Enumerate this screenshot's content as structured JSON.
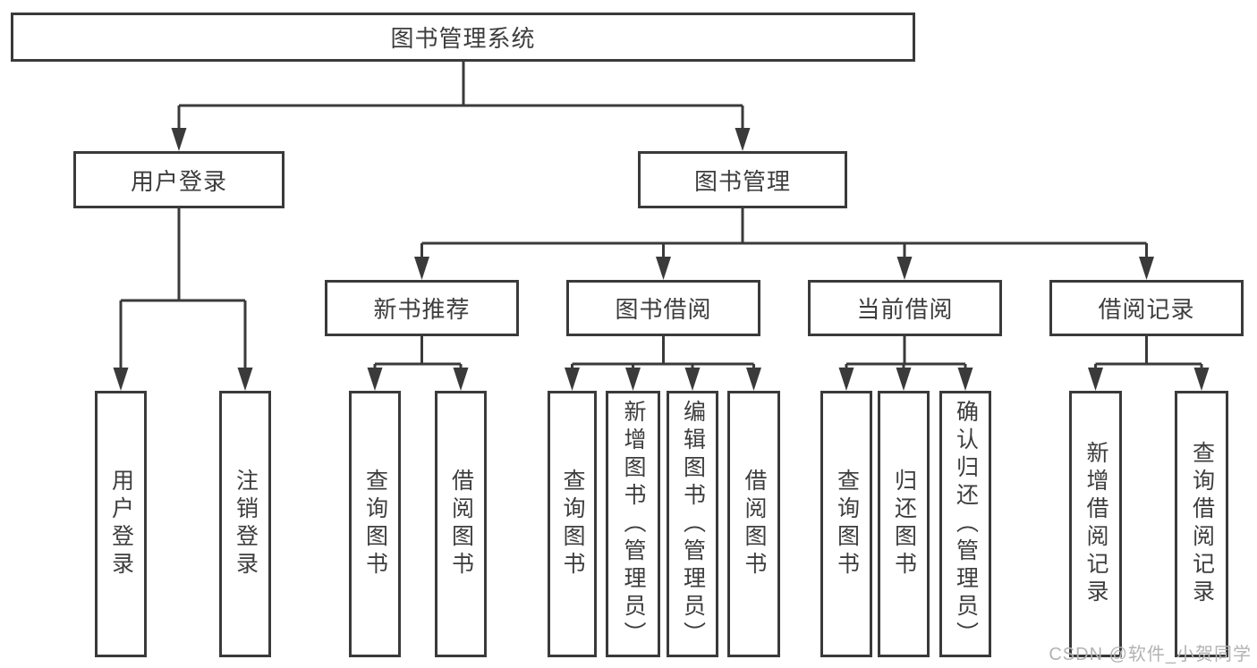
{
  "colors": {
    "line": "#3a3a3a",
    "text": "#3d3d3d",
    "box_background": "#ffffff",
    "page_background": "#ffffff",
    "watermark": "#b3b3b3"
  },
  "watermark": {
    "text": "CSDN @软件_小贺同学"
  },
  "tree": {
    "root": {
      "label": "图书管理系统"
    },
    "branches": [
      {
        "label": "用户登录",
        "leaves": [
          "用户登录",
          "注销登录"
        ]
      },
      {
        "label": "图书管理",
        "groups": [
          {
            "label": "新书推荐",
            "leaves": [
              "查询图书",
              "借阅图书"
            ]
          },
          {
            "label": "图书借阅",
            "leaves": [
              "查询图书",
              "新增图书（管理员）",
              "编辑图书（管理员）",
              "借阅图书"
            ]
          },
          {
            "label": "当前借阅",
            "leaves": [
              "查询图书",
              "归还图书",
              "确认归还（管理员）"
            ]
          },
          {
            "label": "借阅记录",
            "leaves": [
              "新增借阅记录",
              "查询借阅记录"
            ]
          }
        ]
      }
    ]
  }
}
